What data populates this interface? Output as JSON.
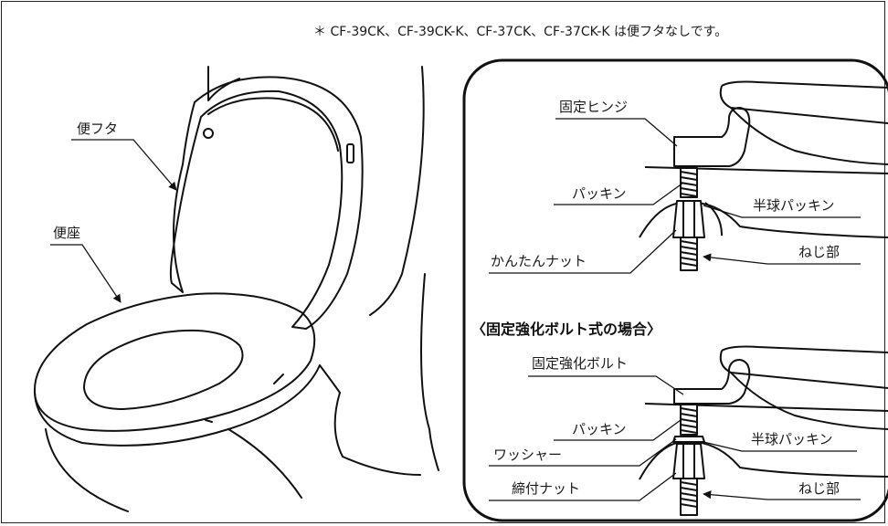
{
  "note": "＊ CF-39CK、CF-39CK-K、CF-37CK、CF-37CK-K は便フタなしです。",
  "toilet": {
    "lid_label": "便フタ",
    "seat_label": "便座"
  },
  "detail_standard": {
    "hinge_label": "固定ヒンジ",
    "packing_label": "パッキン",
    "hemisphere_packing_label": "半球パッキン",
    "nut_label": "かんたんナット",
    "thread_label": "ねじ部"
  },
  "detail_bolt": {
    "heading": "〈固定強化ボルト式の場合〉",
    "bolt_label": "固定強化ボルト",
    "packing_label": "パッキン",
    "hemisphere_packing_label": "半球パッキン",
    "washer_label": "ワッシャー",
    "nut_label": "締付ナット",
    "thread_label": "ねじ部"
  }
}
